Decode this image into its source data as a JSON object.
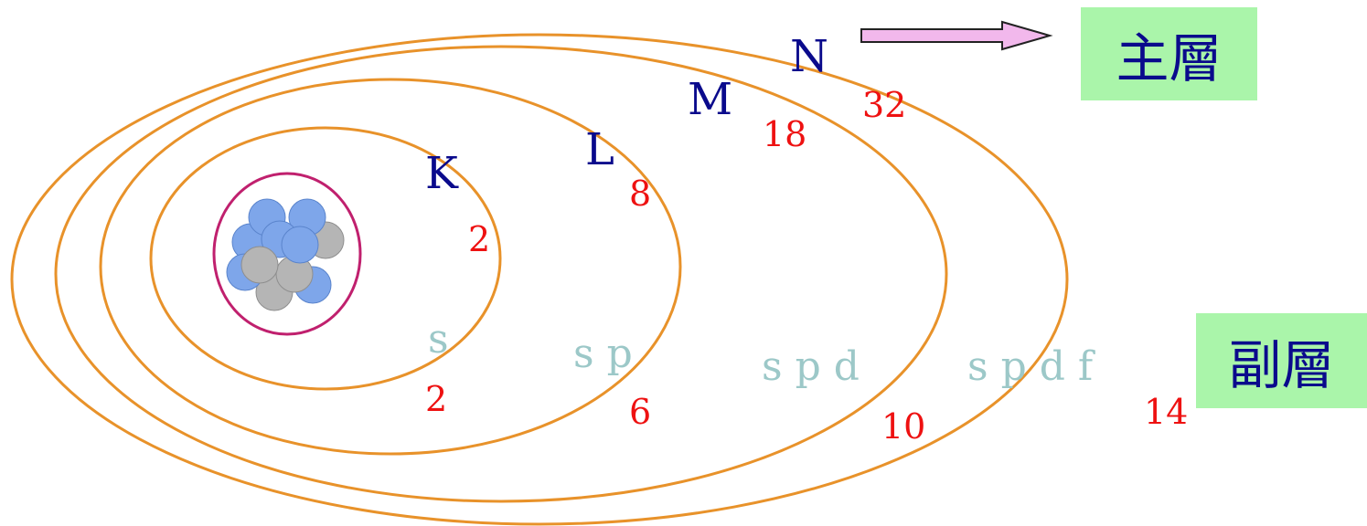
{
  "colors": {
    "orbit": "#e8922a",
    "nucleus_ring": "#c0206e",
    "shell_letter": "#0a0a8c",
    "capacity": "#ee1111",
    "subshell": "#9cc8c8",
    "box_fill": "#aaf5aa",
    "box_text": "#0a0a8c",
    "arrow_fill": "#f2b8ec",
    "arrow_stroke": "#222222",
    "proton": "#7ea6ea",
    "neutron": "#b5b5b5"
  },
  "shells": [
    {
      "letter": "K",
      "capacity": "2"
    },
    {
      "letter": "L",
      "capacity": "8"
    },
    {
      "letter": "M",
      "capacity": "18"
    },
    {
      "letter": "N",
      "capacity": "32"
    }
  ],
  "subshells": {
    "K": {
      "letters": "s",
      "capacity": "2"
    },
    "L": {
      "letters": "s p",
      "capacity": "6"
    },
    "M": {
      "letters": "s p d",
      "capacity": "10"
    },
    "N": {
      "letters": "s p d f",
      "capacity": "14"
    }
  },
  "main_shell_label": "主層",
  "subshell_label": "副層",
  "arrow_icon": "right-arrow-icon",
  "nucleus_icon": "atom-nucleus-icon"
}
